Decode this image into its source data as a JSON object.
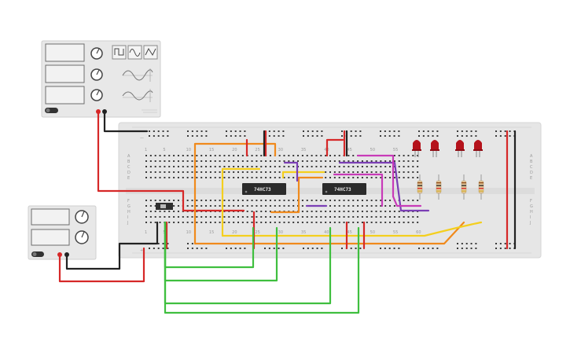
{
  "colors": {
    "wire_red": "#d62828",
    "wire_black": "#222222",
    "wire_orange": "#f08a1c",
    "wire_yellow": "#f4cf1e",
    "wire_green": "#3fbf3f",
    "wire_purple": "#7b3fb5",
    "wire_magenta": "#c83ab8",
    "led_red": "#b5121b",
    "board": "#e6e6e6",
    "chip": "#2b2b2b"
  },
  "chips": [
    {
      "label": "74HC73"
    },
    {
      "label": "74HC73"
    }
  ],
  "breadboard": {
    "column_numbers": [
      "1",
      "5",
      "10",
      "15",
      "20",
      "25",
      "30",
      "35",
      "40",
      "45",
      "50",
      "55",
      "60"
    ],
    "row_letters_top": [
      "A",
      "B",
      "C",
      "D",
      "E"
    ],
    "row_letters_bottom": [
      "F",
      "G",
      "H",
      "I",
      "J"
    ]
  },
  "function_generator": {
    "waveforms": [
      "square-wave-icon",
      "sine-wave-icon",
      "triangle-wave-icon"
    ]
  },
  "switch": {
    "type": "slide-switch"
  },
  "leds": {
    "count": 4
  },
  "resistors": {
    "count": 4
  }
}
